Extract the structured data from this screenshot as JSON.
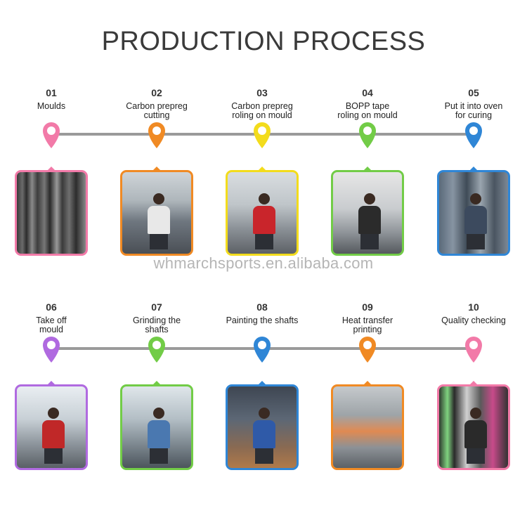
{
  "title": "PRODUCTION PROCESS",
  "watermark": "whmarchsports.en.alibaba.com",
  "colors": {
    "pink": "#f27aa8",
    "orange": "#f08a24",
    "yellow": "#f3dc1c",
    "green": "#72cc47",
    "blue": "#2f86d6",
    "purple": "#b06ae0",
    "line": "#9a9a9a"
  },
  "steps": [
    {
      "num": "01",
      "label": "Moulds",
      "color": "pink",
      "icon": "location-pin-icon"
    },
    {
      "num": "02",
      "label": "Carbon prepreg\ncutting",
      "color": "orange",
      "icon": "location-pin-icon"
    },
    {
      "num": "03",
      "label": "Carbon prepreg\nroling on  mould",
      "color": "yellow",
      "icon": "location-pin-icon"
    },
    {
      "num": "04",
      "label": "BOPP tape\nroling on mould",
      "color": "green",
      "icon": "location-pin-icon"
    },
    {
      "num": "05",
      "label": "Put it into oven\nfor curing",
      "color": "blue",
      "icon": "location-pin-icon"
    },
    {
      "num": "06",
      "label": "Take off\nmould",
      "color": "purple",
      "icon": "location-pin-icon"
    },
    {
      "num": "07",
      "label": "Grinding the\nshafts",
      "color": "green",
      "icon": "location-pin-icon"
    },
    {
      "num": "08",
      "label": "Painting the shafts",
      "color": "blue",
      "icon": "location-pin-icon"
    },
    {
      "num": "09",
      "label": "Heat transfer\nprinting",
      "color": "orange",
      "icon": "location-pin-icon"
    },
    {
      "num": "10",
      "label": "Quality checking",
      "color": "pink",
      "icon": "location-pin-icon"
    }
  ]
}
